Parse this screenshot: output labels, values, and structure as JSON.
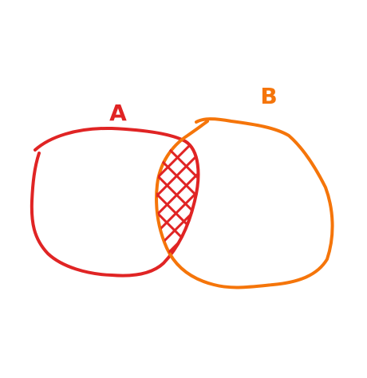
{
  "diagram": {
    "type": "venn",
    "sets": [
      {
        "id": "A",
        "label": "A",
        "color": "#e02424"
      },
      {
        "id": "B",
        "label": "B",
        "color": "#f5750a"
      }
    ],
    "highlighted_region": "A ∩ B",
    "hatch_color": "#e02424",
    "hatch_style": "cross-hatch"
  }
}
